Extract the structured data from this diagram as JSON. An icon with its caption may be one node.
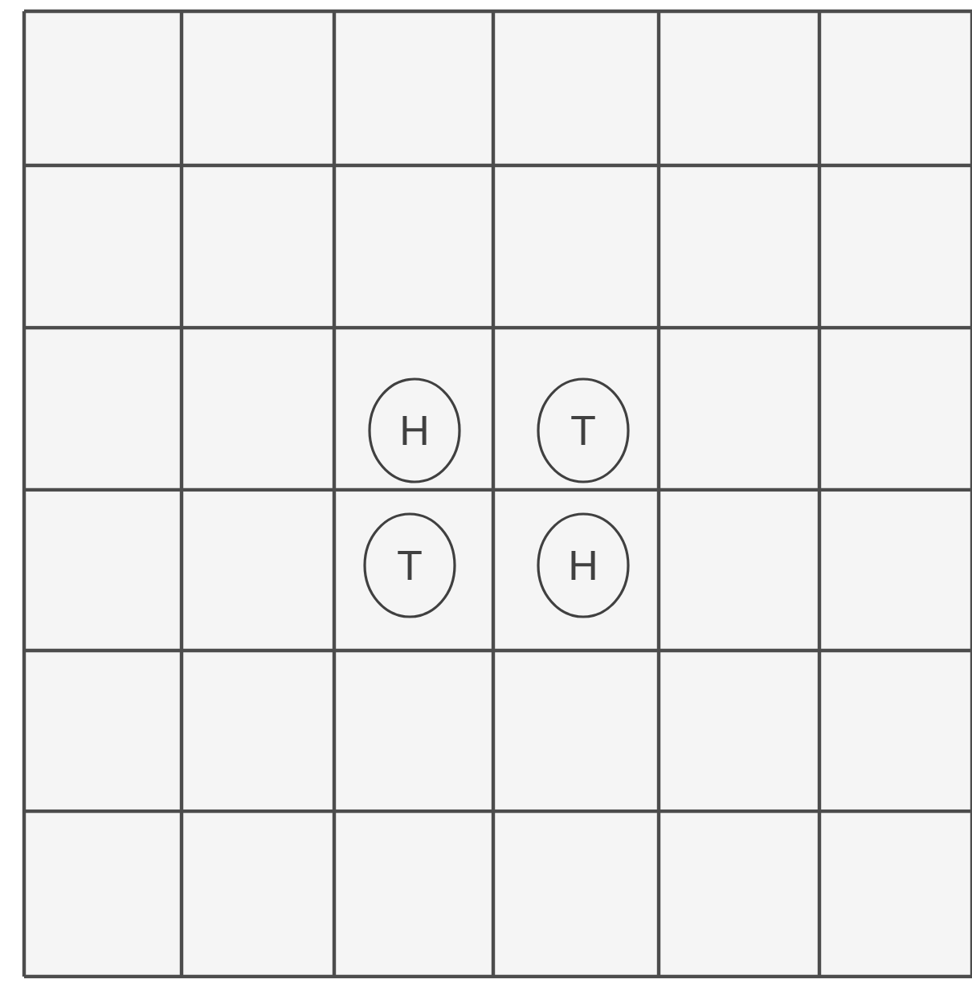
{
  "diagram": {
    "nodes": [
      {
        "text": [
          "H"
        ]
      },
      {
        "text": [
          "T"
        ]
      },
      {
        "text": [
          "T"
        ]
      },
      {
        "text": [
          "H"
        ]
      }
    ]
  }
}
